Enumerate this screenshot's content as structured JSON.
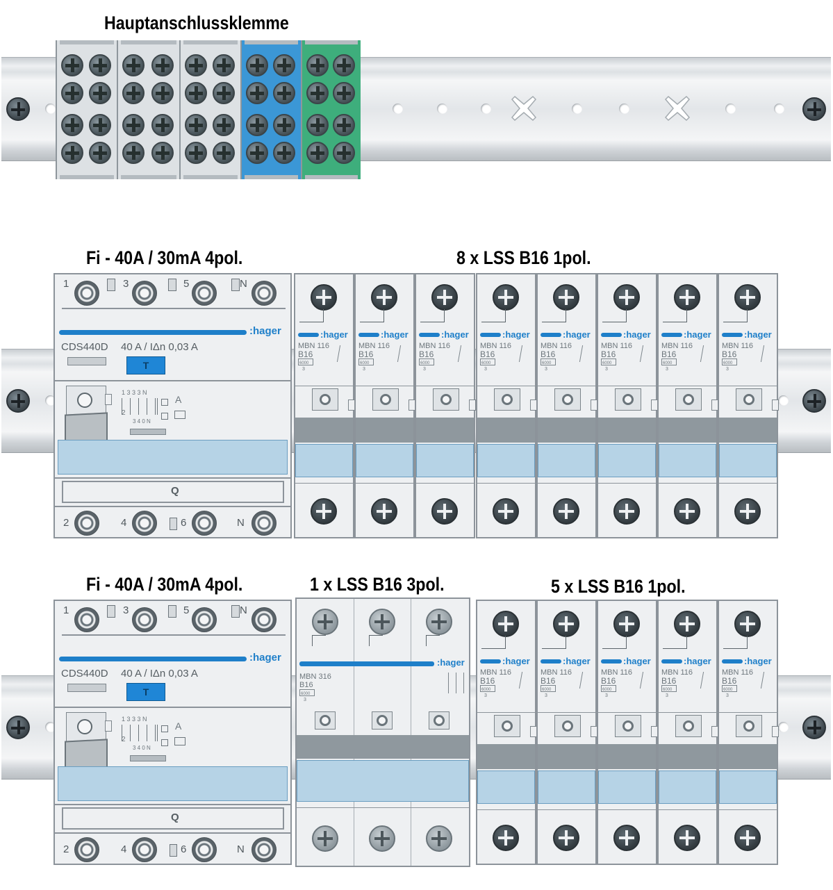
{
  "headings": {
    "main_terminal": "Hauptanschlussklemme",
    "row1_fi": "Fi - 40A / 30mA 4pol.",
    "row1_mcb": "8 x LSS B16 1pol.",
    "row2_fi": "Fi - 40A / 30mA 4pol.",
    "row2_mcb3": "1 x LSS B16 3pol.",
    "row2_mcb1": "5 x LSS B16 1pol."
  },
  "main_terminal": {
    "blocks": [
      {
        "color": "#dde1e4"
      },
      {
        "color": "#dde1e4"
      },
      {
        "color": "#dde1e4"
      },
      {
        "color": "#3b97d6"
      },
      {
        "color": "#3eae7c"
      }
    ]
  },
  "fi_device": {
    "brand": ":hager",
    "model": "CDS440D",
    "rating": "40 A / IΔn 0,03 A",
    "test_button": "T",
    "bottom_label": "Q",
    "top_terminals": [
      "1",
      "3",
      "5",
      "N"
    ],
    "bottom_terminals": [
      "2",
      "4",
      "6",
      "N"
    ],
    "diagram_top": "1 3 3 3 N",
    "diagram_mid": "2",
    "diagram_bot": "3 4 0 N",
    "diagram_a": "A"
  },
  "mcb_1pol": {
    "brand": ":hager",
    "model": "MBN 116",
    "rating": "B16",
    "capacity": "6000",
    "klass": "3"
  },
  "mcb_3pol": {
    "brand": ":hager",
    "model": "MBN 316",
    "rating": "B16",
    "capacity": "6000",
    "klass": "3"
  },
  "colors": {
    "accent_blue": "#1e7fc9",
    "window_blue": "#b6d3e6",
    "terminal_blue": "#3b97d6",
    "terminal_green": "#3eae7c"
  }
}
